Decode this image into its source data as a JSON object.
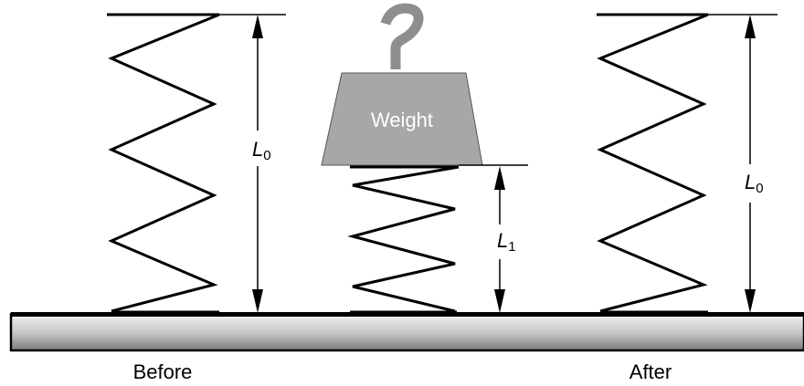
{
  "labels": {
    "l0_left_main": "L",
    "l0_left_sub": "0",
    "l1_main": "L",
    "l1_sub": "1",
    "l0_right_main": "L",
    "l0_right_sub": "0",
    "weight": "Weight",
    "before": "Before",
    "after": "After"
  },
  "colors": {
    "weight_fill": "#a7a7a7",
    "line": "#000000",
    "base_gradient_top": "#f2f2f2",
    "base_gradient_mid": "#bdbdbd",
    "base_gradient_bottom": "#7f7f7f"
  }
}
